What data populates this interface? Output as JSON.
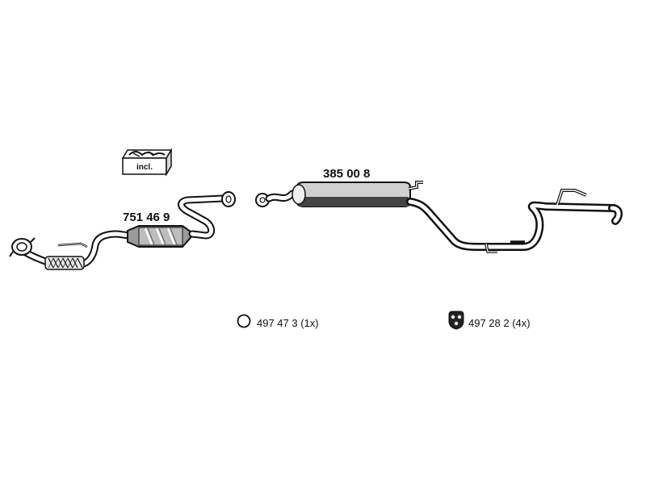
{
  "parts": {
    "front_pipe_catalyst": "751 46 9",
    "rear_silencer": "385 00 8"
  },
  "kit_icon": {
    "label": "incl.",
    "icon": "mounting-kit-icon"
  },
  "legend": [
    {
      "icon": "ring-icon",
      "text": "497 47 3  (1x)"
    },
    {
      "icon": "rubber-mount-icon",
      "text": "497 28 2  (4x)"
    }
  ]
}
